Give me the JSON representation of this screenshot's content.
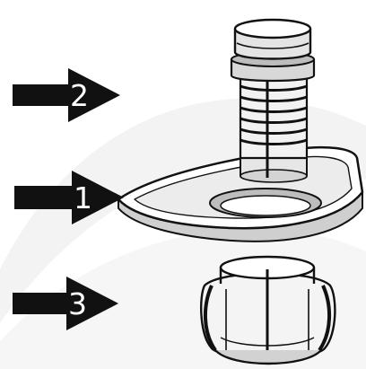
{
  "callouts": [
    {
      "label": "2",
      "points_to": "coarse-filter-cylinder"
    },
    {
      "label": "1",
      "points_to": "flat-filter-plate"
    },
    {
      "label": "3",
      "points_to": "fine-filter-cup"
    }
  ],
  "colors": {
    "ink": "#111111",
    "paper": "#ffffff",
    "shade": "#d6d6d6",
    "watermark": "#f1f1f1"
  }
}
